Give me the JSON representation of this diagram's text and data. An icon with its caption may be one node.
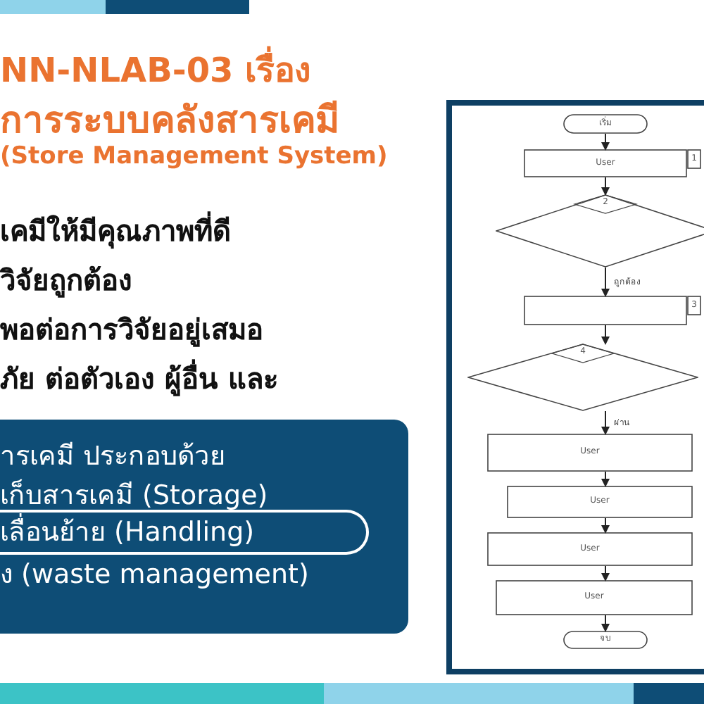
{
  "diagram": {
    "nodes": [
      {
        "text": [
          "ารเคมี ประกอบด้วย",
          "เก็บสารเคมี (Storage)",
          "ง (waste management)"
        ]
      },
      {
        "text": [
          "เลื่อนย้าย (Handling)"
        ],
        "in": 0
      },
      {
        "text": [
          "เริ่ม"
        ]
      },
      {
        "text": [
          "User"
        ]
      },
      {
        "text": [
          "1"
        ]
      },
      {
        "text": [
          "2"
        ]
      },
      {
        "text": [],
        "shape": "box"
      },
      {
        "text": [
          "3"
        ]
      },
      {
        "text": [
          "4"
        ]
      },
      {
        "text": [
          "User"
        ]
      },
      {
        "text": [
          "User"
        ]
      },
      {
        "text": [
          "User"
        ]
      },
      {
        "text": [
          "User"
        ]
      },
      {
        "text": [
          "จบ"
        ]
      }
    ],
    "edges": [
      {
        "from": 2,
        "to": 3,
        "arrow": "to"
      },
      {
        "from": 3,
        "to": 5,
        "arrow": "to"
      },
      {
        "from": 5,
        "to": 6,
        "arrow": "to",
        "label": "ถูกต้อง"
      },
      {
        "from": 6,
        "to": 8,
        "arrow": "to"
      },
      {
        "from": 8,
        "to": 9,
        "arrow": "to",
        "label": "ผ่าน"
      },
      {
        "from": 9,
        "to": 10,
        "arrow": "to"
      },
      {
        "from": 10,
        "to": 11,
        "arrow": "to"
      },
      {
        "from": 11,
        "to": 12,
        "arrow": "to"
      },
      {
        "from": 12,
        "to": 13,
        "arrow": "to"
      }
    ],
    "labels": [
      "NN-NLAB-03 เรื่อง",
      "การระบบคลังสารเคมี",
      "(Store Management System)",
      "เคมีให้มีคุณภาพที่ดี",
      "วิจัยถูกต้อง",
      "พอต่อการวิจัยอยู่เสมอ",
      "ภัย ต่อตัวเอง ผู้อื่น และ"
    ]
  }
}
